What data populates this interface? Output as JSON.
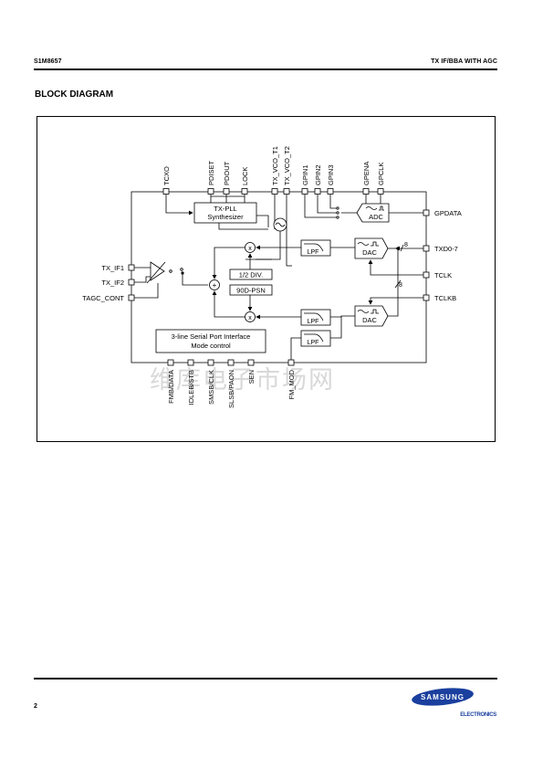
{
  "header": {
    "part_number": "S1M8657",
    "title": "TX IF/BBA WITH AGC"
  },
  "section_title": "BLOCK DIAGRAM",
  "diagram": {
    "top_pins": [
      "TCXO",
      "PDISET",
      "PDOUT",
      "LOCK",
      "TX_VCO_T1",
      "TX_VCO_T2",
      "GPIN1",
      "GPIN2",
      "GPIN3",
      "GPENA",
      "GPCLK"
    ],
    "left_pins": [
      "TX_IF1",
      "TX_IF2",
      "TAGC_CONT"
    ],
    "right_pins": [
      "GPDATA",
      "TXD0-7",
      "TCLK",
      "TCLKB"
    ],
    "bottom_pins": [
      "FMB/DATA",
      "IDLEB/STB",
      "SMSB/CLK",
      "SLSB/PAON",
      "SEN",
      "FM_MOD"
    ],
    "blocks": {
      "pll_line1": "TX-PLL",
      "pll_line2": "Synthesizer",
      "adc": "ADC",
      "dac_top": "DAC",
      "dac_bottom": "DAC",
      "lpf_top": "LPF",
      "lpf_mid": "LPF",
      "lpf_bottom": "LPF",
      "div": "1/2 DIV.",
      "psn": "90D-PSN",
      "spi_line1": "3-line Serial Port Interface",
      "spi_line2": "Mode control",
      "mixer_symbol": "x",
      "sum_symbol": "+"
    },
    "bus_width_1": "8",
    "bus_width_2": "8"
  },
  "watermark": "维库电子市场网",
  "footer": {
    "page_number": "2",
    "logo_brand": "SAMSUNG",
    "logo_sub": "ELECTRONICS"
  },
  "colors": {
    "logo_blue": "#1a3f9e"
  }
}
